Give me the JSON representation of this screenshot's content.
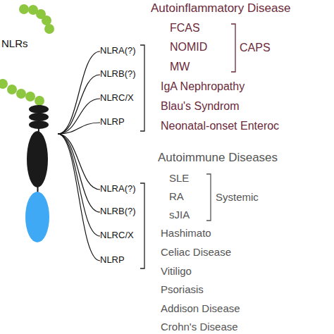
{
  "diagram": {
    "nodes": [
      {
        "text": [
          "NLRs"
        ]
      },
      {
        "text": [
          "NLRA(?)"
        ]
      },
      {
        "text": [
          "NLRB(?)"
        ]
      },
      {
        "text": [
          "NLRC/X"
        ]
      },
      {
        "text": [
          "NLRP"
        ]
      },
      {
        "text": [
          "NLRA(?)"
        ]
      },
      {
        "text": [
          "NLRB(?)"
        ]
      },
      {
        "text": [
          "NLRC/X"
        ]
      },
      {
        "text": [
          "NLRP"
        ]
      }
    ],
    "edges": [
      {
        "from": 0,
        "to": 1,
        "arrow": "none"
      },
      {
        "from": 0,
        "to": 2,
        "arrow": "none"
      },
      {
        "from": 0,
        "to": 3,
        "arrow": "none"
      },
      {
        "from": 0,
        "to": 4,
        "arrow": "none"
      },
      {
        "from": 0,
        "to": 5,
        "arrow": "none"
      },
      {
        "from": 0,
        "to": 6,
        "arrow": "none"
      },
      {
        "from": 0,
        "to": 7,
        "arrow": "none"
      },
      {
        "from": 0,
        "to": 8,
        "arrow": "none"
      }
    ],
    "labels": [
      "Autoinflammatory Disease",
      "FCAS",
      "NOMID",
      "MW",
      "CAPS",
      "IgA Nephropathy",
      "Blau's Syndrom",
      "Neonatal-onset Enteroc",
      "Autoimmune Diseases",
      "SLE",
      "RA",
      "sJIA",
      "Systemic",
      "Hashimato",
      "Celiac Disease",
      "Vitiligo",
      "Psoriasis",
      "Addison Disease",
      "Crohn's Disease"
    ]
  }
}
